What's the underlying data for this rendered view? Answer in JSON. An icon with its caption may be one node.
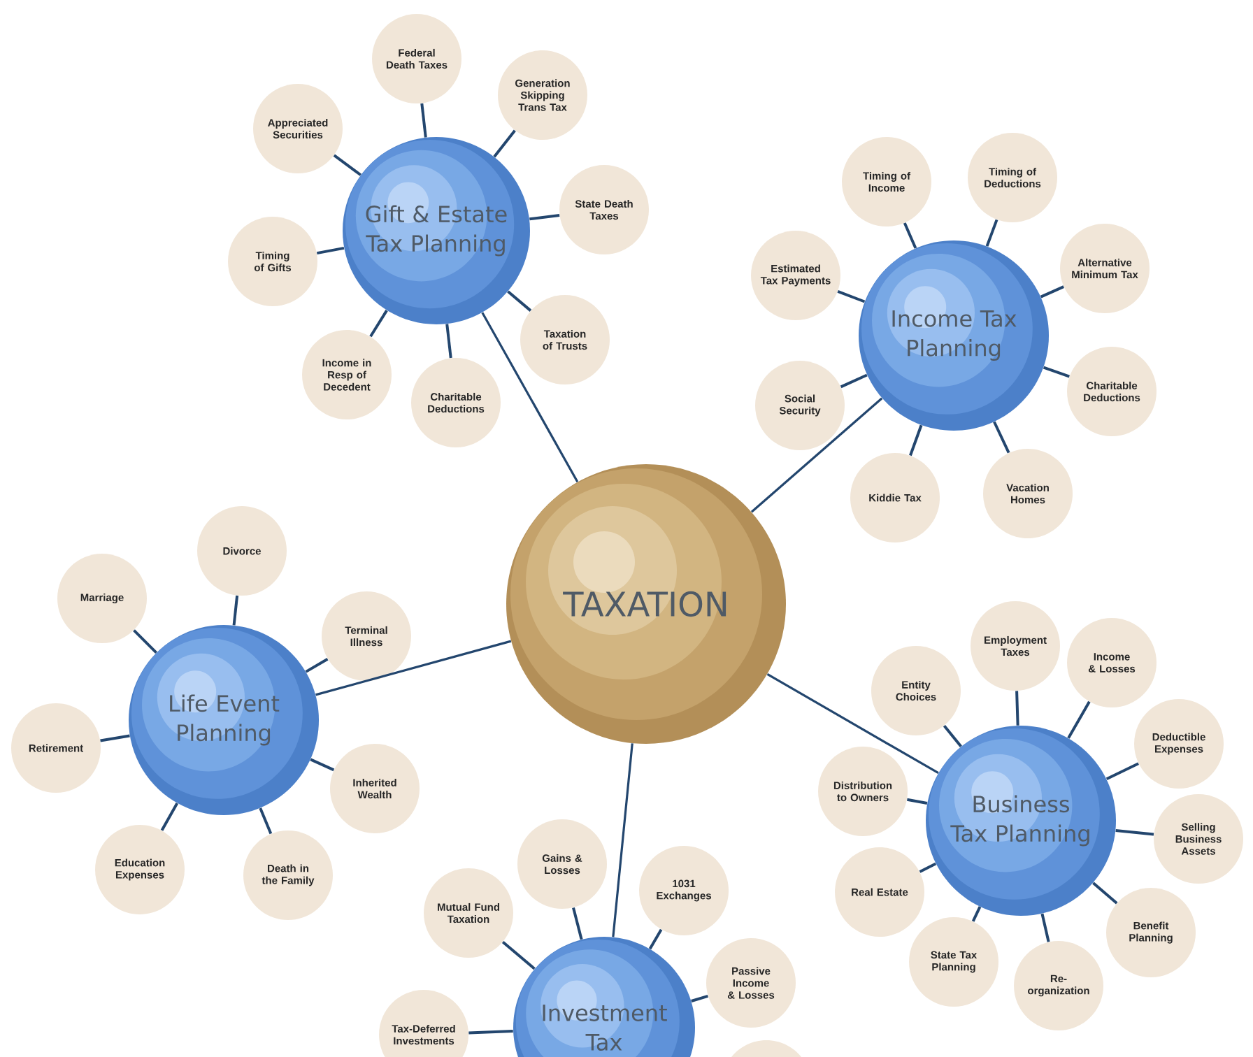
{
  "diagram": {
    "nodes": [
      {
        "text": [
          "TAXATION"
        ]
      },
      {
        "text": [
          "Gift & Estate Tax Planning"
        ]
      },
      {
        "text": [
          "Federal Death Taxes"
        ]
      },
      {
        "text": [
          "Generation Skipping Trans Tax"
        ]
      },
      {
        "text": [
          "State Death Taxes"
        ]
      },
      {
        "text": [
          "Taxation of Trusts"
        ]
      },
      {
        "text": [
          "Charitable Deductions"
        ]
      },
      {
        "text": [
          "Income in Resp of Decedent"
        ]
      },
      {
        "text": [
          "Timing of Gifts"
        ]
      },
      {
        "text": [
          "Appreciated Securities"
        ]
      },
      {
        "text": [
          "Income Tax Planning"
        ]
      },
      {
        "text": [
          "Timing of Income"
        ]
      },
      {
        "text": [
          "Timing of Deductions"
        ]
      },
      {
        "text": [
          "Alternative Minimum Tax"
        ]
      },
      {
        "text": [
          "Charitable Deductions"
        ]
      },
      {
        "text": [
          "Vacation Homes"
        ]
      },
      {
        "text": [
          "Kiddie Tax"
        ]
      },
      {
        "text": [
          "Social Security"
        ]
      },
      {
        "text": [
          "Estimated Tax Payments"
        ]
      },
      {
        "text": [
          "Life Event Planning"
        ]
      },
      {
        "text": [
          "Divorce"
        ]
      },
      {
        "text": [
          "Marriage"
        ]
      },
      {
        "text": [
          "Terminal Illness"
        ]
      },
      {
        "text": [
          "Inherited Wealth"
        ]
      },
      {
        "text": [
          "Death in the Family"
        ]
      },
      {
        "text": [
          "Education Expenses"
        ]
      },
      {
        "text": [
          "Retirement"
        ]
      },
      {
        "text": [
          "Business Tax Planning"
        ]
      },
      {
        "text": [
          "Entity Choices"
        ]
      },
      {
        "text": [
          "Employment Taxes"
        ]
      },
      {
        "text": [
          "Income & Losses"
        ]
      },
      {
        "text": [
          "Deductible Expenses"
        ]
      },
      {
        "text": [
          "Selling Business Assets"
        ]
      },
      {
        "text": [
          "Benefit Planning"
        ]
      },
      {
        "text": [
          "Re-organization"
        ]
      },
      {
        "text": [
          "State Tax Planning"
        ]
      },
      {
        "text": [
          "Real Estate"
        ]
      },
      {
        "text": [
          "Distribution to Owners"
        ]
      },
      {
        "text": [
          "Investment Tax"
        ]
      },
      {
        "text": [
          "Mutual Fund Taxation"
        ]
      },
      {
        "text": [
          "Gains & Losses"
        ]
      },
      {
        "text": [
          "1031 Exchanges"
        ]
      },
      {
        "text": [
          "Passive Income & Losses"
        ]
      },
      {
        "text": [
          "Tax-Deferred Investments"
        ]
      },
      {
        "text": [],
        "shape": "circle"
      }
    ],
    "edges": [
      {
        "from": 0,
        "to": 1,
        "arrow": "none"
      },
      {
        "from": 0,
        "to": 10,
        "arrow": "none"
      },
      {
        "from": 0,
        "to": 19,
        "arrow": "none"
      },
      {
        "from": 0,
        "to": 27,
        "arrow": "none"
      },
      {
        "from": 0,
        "to": 38,
        "arrow": "none"
      },
      {
        "from": 1,
        "to": 2,
        "arrow": "none"
      },
      {
        "from": 1,
        "to": 3,
        "arrow": "none"
      },
      {
        "from": 1,
        "to": 4,
        "arrow": "none"
      },
      {
        "from": 1,
        "to": 5,
        "arrow": "none"
      },
      {
        "from": 1,
        "to": 6,
        "arrow": "none"
      },
      {
        "from": 1,
        "to": 7,
        "arrow": "none"
      },
      {
        "from": 1,
        "to": 8,
        "arrow": "none"
      },
      {
        "from": 1,
        "to": 9,
        "arrow": "none"
      },
      {
        "from": 10,
        "to": 11,
        "arrow": "none"
      },
      {
        "from": 10,
        "to": 12,
        "arrow": "none"
      },
      {
        "from": 10,
        "to": 13,
        "arrow": "none"
      },
      {
        "from": 10,
        "to": 14,
        "arrow": "none"
      },
      {
        "from": 10,
        "to": 15,
        "arrow": "none"
      },
      {
        "from": 10,
        "to": 16,
        "arrow": "none"
      },
      {
        "from": 10,
        "to": 17,
        "arrow": "none"
      },
      {
        "from": 10,
        "to": 18,
        "arrow": "none"
      },
      {
        "from": 19,
        "to": 20,
        "arrow": "none"
      },
      {
        "from": 19,
        "to": 21,
        "arrow": "none"
      },
      {
        "from": 19,
        "to": 22,
        "arrow": "none"
      },
      {
        "from": 19,
        "to": 23,
        "arrow": "none"
      },
      {
        "from": 19,
        "to": 24,
        "arrow": "none"
      },
      {
        "from": 19,
        "to": 25,
        "arrow": "none"
      },
      {
        "from": 19,
        "to": 26,
        "arrow": "none"
      },
      {
        "from": 27,
        "to": 28,
        "arrow": "none"
      },
      {
        "from": 27,
        "to": 29,
        "arrow": "none"
      },
      {
        "from": 27,
        "to": 30,
        "arrow": "none"
      },
      {
        "from": 27,
        "to": 31,
        "arrow": "none"
      },
      {
        "from": 27,
        "to": 32,
        "arrow": "none"
      },
      {
        "from": 27,
        "to": 33,
        "arrow": "none"
      },
      {
        "from": 27,
        "to": 34,
        "arrow": "none"
      },
      {
        "from": 27,
        "to": 35,
        "arrow": "none"
      },
      {
        "from": 27,
        "to": 36,
        "arrow": "none"
      },
      {
        "from": 27,
        "to": 37,
        "arrow": "none"
      },
      {
        "from": 38,
        "to": 39,
        "arrow": "none"
      },
      {
        "from": 38,
        "to": 40,
        "arrow": "none"
      },
      {
        "from": 38,
        "to": 41,
        "arrow": "none"
      },
      {
        "from": 38,
        "to": 42,
        "arrow": "none"
      },
      {
        "from": 38,
        "to": 43,
        "arrow": "none"
      }
    ]
  }
}
